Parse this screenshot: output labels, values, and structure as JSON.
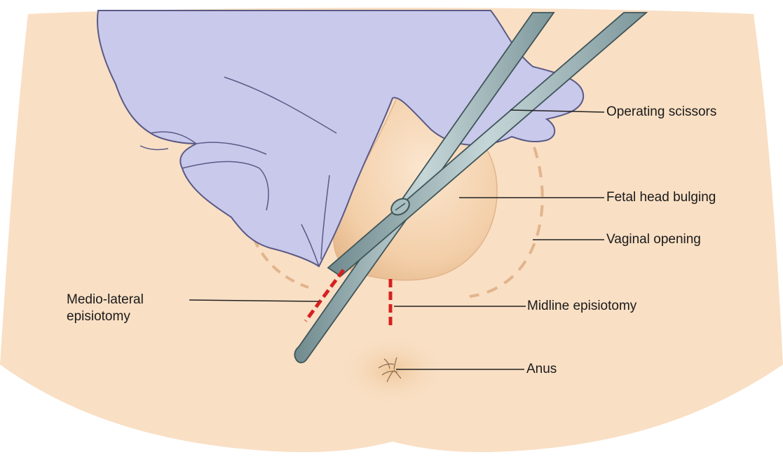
{
  "colors": {
    "skin": "#f9dfc4",
    "skin_edge": "#f4d0b0",
    "glove": "#c9c9ec",
    "glove_outline": "#5a5a86",
    "scissors": "#8fa9ad",
    "scissors_outline": "#3f5558",
    "incision": "#d62020",
    "dashed_opening": "#e2b48c",
    "leader_line": "#222222"
  },
  "labels": {
    "operating_scissors": "Operating scissors",
    "fetal_head_bulging": "Fetal head bulging",
    "vaginal_opening": "Vaginal opening",
    "mediolateral_episiotomy": "Medio-lateral\nepisiotomy",
    "midline_episiotomy": "Midline episiotomy",
    "anus": "Anus"
  }
}
